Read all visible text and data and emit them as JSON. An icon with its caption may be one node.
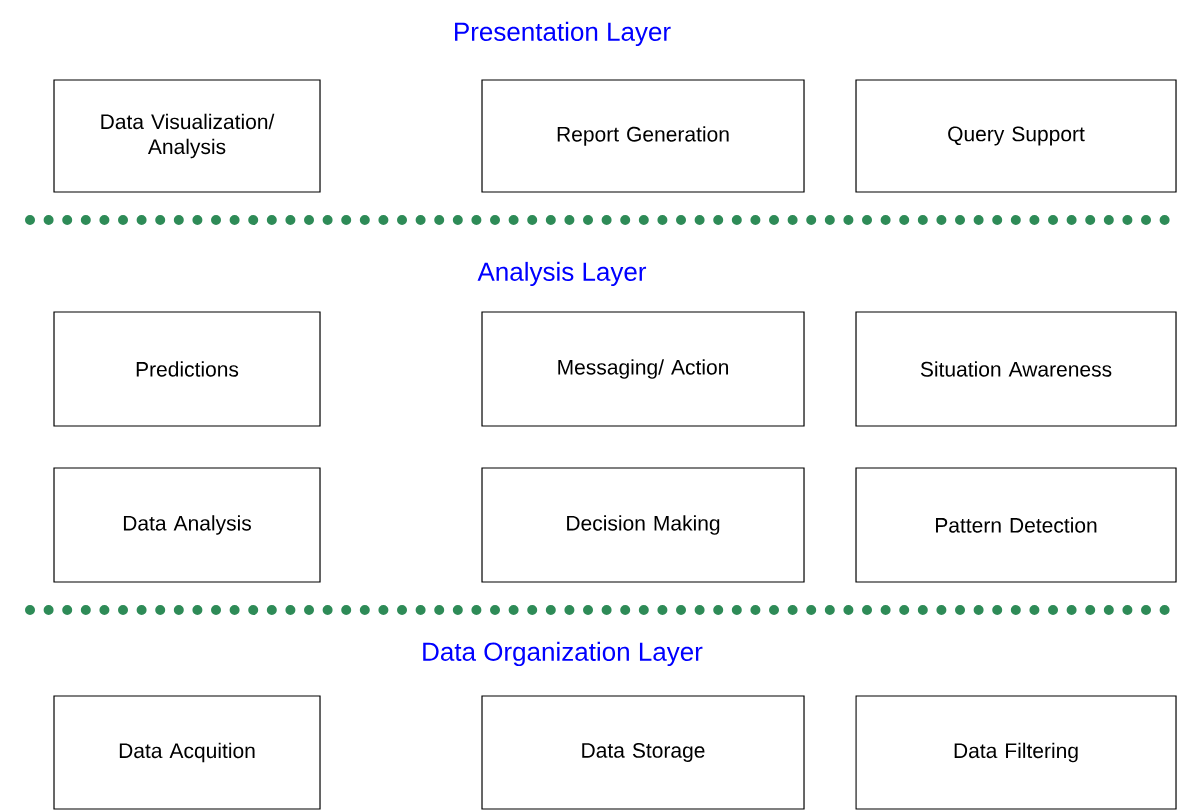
{
  "diagram": {
    "nodes": [
      {
        "text": [
          "Data Visualization/ Analysis"
        ]
      },
      {
        "text": [
          "Report Generation"
        ]
      },
      {
        "text": [
          "Query Support"
        ]
      },
      {
        "text": [
          "Predictions"
        ]
      },
      {
        "text": [
          "Messaging/ Action"
        ]
      },
      {
        "text": [
          "Situation Awareness"
        ]
      },
      {
        "text": [
          "Data Analysis"
        ]
      },
      {
        "text": [
          "Decision Making"
        ]
      },
      {
        "text": [
          "Pattern Detection"
        ]
      },
      {
        "text": [
          "Data Acquition"
        ]
      },
      {
        "text": [
          "Data Storage"
        ]
      },
      {
        "text": [
          "Data Filtering"
        ]
      }
    ],
    "labels": [
      "Presentation Layer",
      "Analysis Layer",
      "Data Organization Layer"
    ]
  }
}
